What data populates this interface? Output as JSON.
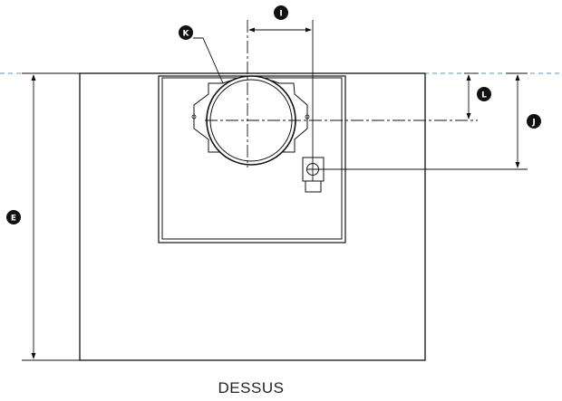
{
  "diagram": {
    "caption": "DESSUS",
    "labels": {
      "I": "I",
      "K": "K",
      "L": "L",
      "J": "J",
      "E": "E"
    },
    "colors": {
      "line": "#111111",
      "dashed_reference": "#3aa0d8",
      "badge_fill": "#111111",
      "badge_text": "#ffffff"
    }
  }
}
